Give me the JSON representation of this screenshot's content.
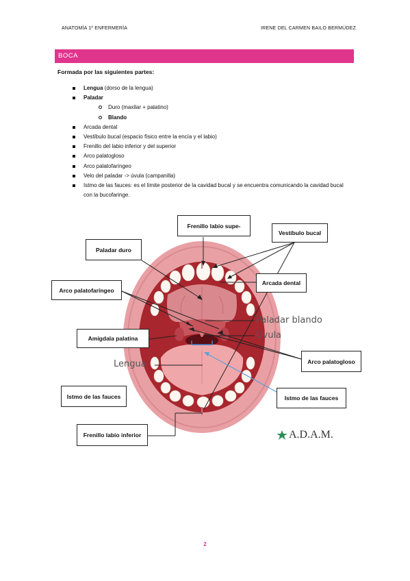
{
  "header": {
    "left": "ANATOMÍA 1º ENFERMERÍA",
    "right": "IRENE DEL CARMEN BAILO BERMÚDEZ"
  },
  "section_title": "BOCA",
  "intro": "Formada por las siguientes partes:",
  "parts": {
    "lengua": {
      "name": "Lengua",
      "detail": " (dorso de la lengua)"
    },
    "paladar": "Paladar",
    "paladar_sub": [
      "Duro (maxilar + palatino)",
      "Blando"
    ],
    "arcada": "Arcada dental",
    "vestibulo": "Vestíbulo bucal (espacio físico entre la encía y el labio)",
    "frenillo": "Frenillo del labio inferior y del superior",
    "arco_gloso": "Arco palatogloso",
    "arco_faringeo": "Arco palatofaríngeo",
    "velo": "Velo del paladar -> úvula (campanilla)",
    "istmo": "Istmo de las fauces: es el límite posterior de la cavidad bucal y se encuentra comunicando la cavidad bucal con la bucofaringe."
  },
  "figure": {
    "boxes": {
      "frenillo_sup": "Frenillo labio supe-",
      "vestibulo": "Vestíbulo bucal",
      "paladar_duro": "Paladar duro",
      "arcada": "Arcada dental",
      "arco_faringeo": "Arco palatofaríngeo",
      "amigdala": "Amígdala palatina",
      "arco_gloso": "Arco palatogloso",
      "istmo_left": "Istmo de las fauces",
      "istmo_right": "Istmo de las fauces",
      "frenillo_inf": "Frenillo labio inferior"
    },
    "image_labels": {
      "paladar_blando": "Paladar blando",
      "uvula": "Úvula",
      "lengua": "Lengua"
    },
    "credit": "A.D.A.M."
  },
  "page_number": "2",
  "colors": {
    "accent": "#e0358d",
    "lips": "#e8a0a4",
    "cavity": "#a8262e",
    "tongue": "#f0a7aa",
    "arrow_blue": "#5aa0d8"
  }
}
